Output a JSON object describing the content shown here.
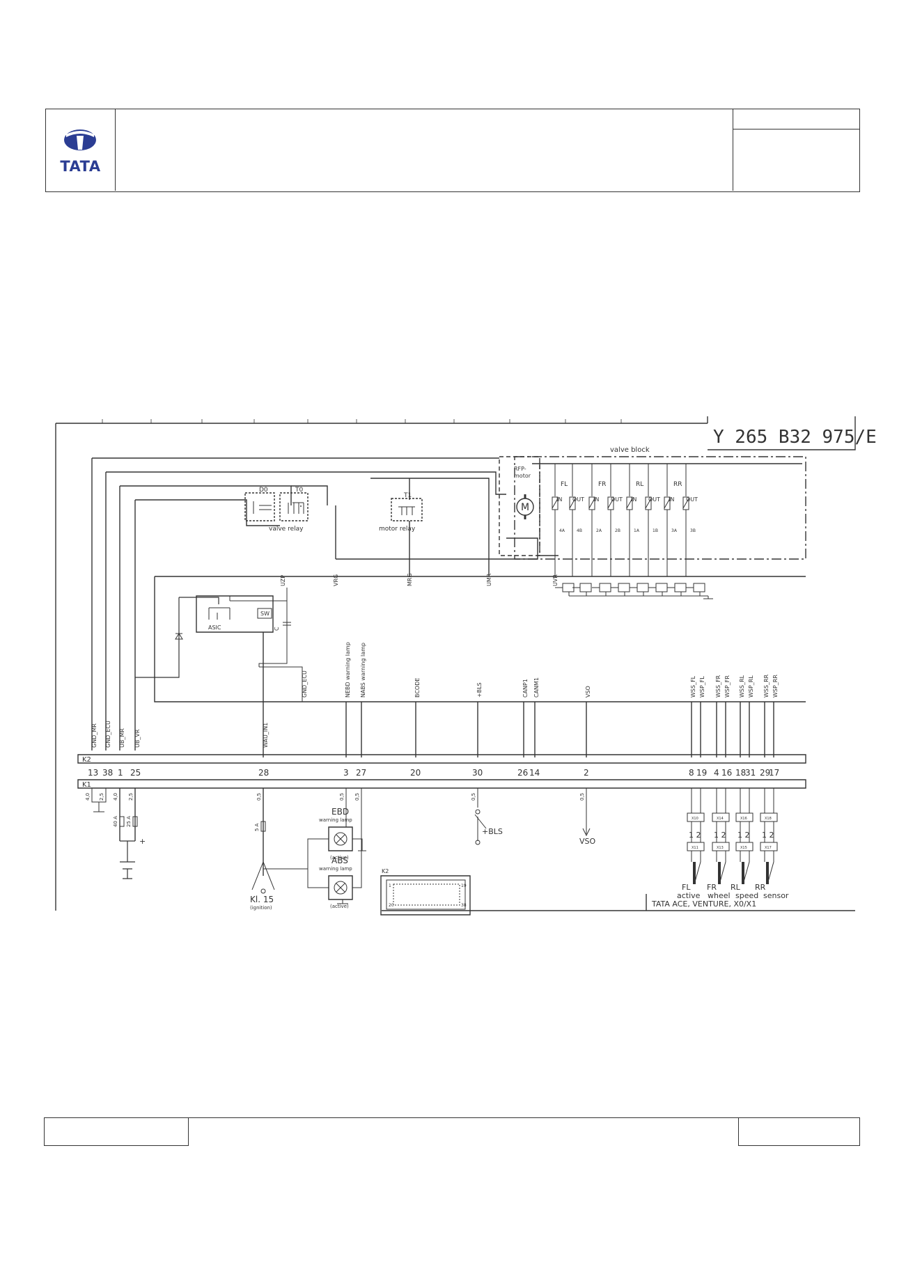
{
  "header": {
    "logo_text": "TATA"
  },
  "diagram": {
    "drawing_number": "Y 265 B32 975/E",
    "valve_block_title": "valve block",
    "rfp_motor": [
      "RFP-",
      "motor"
    ],
    "motor_symbol": "M",
    "wheel_groups": [
      "FL",
      "FR",
      "RL",
      "RR"
    ],
    "in_label": "IN",
    "out_label": "OUT",
    "valve_port_labels": [
      "4A",
      "4B",
      "2A",
      "2B",
      "1A",
      "1B",
      "3A",
      "3B"
    ],
    "relays": {
      "d0": "D0",
      "t0": "T0",
      "t1": "T1",
      "valve_relay": "valve relay",
      "motor_relay": "motor relay"
    },
    "asic": "ASIC",
    "sw": "SW",
    "cap": "C",
    "internal_signals": [
      "UZP",
      "VRG",
      "MRG",
      "UMR",
      "UVR"
    ],
    "pin_signals": [
      "GND_MR",
      "GND_ECU",
      "UB_MR",
      "UB_VR",
      "WAU_IN1",
      "GND_ECU",
      "NEBD warning lamp",
      "NABS warning lamp",
      "BCODE",
      "+BLS",
      "CANP1",
      "CANM1",
      "VSO",
      "WSS_FL",
      "WSP_FL",
      "WSS_FR",
      "WSP_FR",
      "WSS_RL",
      "WSP_RL",
      "WSS_RR",
      "WSP_RR"
    ],
    "connector_k2": "K2",
    "connector_k1": "K1",
    "pin_numbers": [
      "13",
      "38",
      "1",
      "25",
      "28",
      "3",
      "27",
      "20",
      "30",
      "26",
      "14",
      "2",
      "8",
      "19",
      "4",
      "16",
      "18",
      "31",
      "29",
      "17"
    ],
    "wire_sizes": [
      "4,0",
      "2,5",
      "4,0",
      "2,5",
      "0,5",
      "0,5",
      "0,5",
      "0,5",
      "0,5"
    ],
    "fuses": [
      "40 A",
      "25 A",
      "5 A"
    ],
    "ebd_lamp": [
      "EBD",
      "warning lamp",
      "(active)"
    ],
    "abs_lamp": [
      "ABS",
      "warning lamp",
      "(active)"
    ],
    "ignition": [
      "Kl. 15",
      "(ignition)"
    ],
    "bls": "+BLS",
    "vso": "VSO",
    "sensor_pins": "1 2",
    "sensor_codes_top": [
      "X10",
      "X14",
      "X16",
      "X18"
    ],
    "sensor_codes_bottom": [
      "X11",
      "X13",
      "X15",
      "X17"
    ],
    "sensor_caption": [
      "FL",
      "FR",
      "RL",
      "RR",
      "active",
      "wheel",
      "speed",
      "sensor"
    ],
    "k2_plug": {
      "label": "K2",
      "pin_a": "1",
      "pin_b": "19",
      "pin_c": "20",
      "pin_d": "38"
    },
    "vehicle": "TATA ACE, VENTURE, X0/X1"
  },
  "colors": {
    "logo_blue": "#2b3d93",
    "line": "#333333"
  }
}
